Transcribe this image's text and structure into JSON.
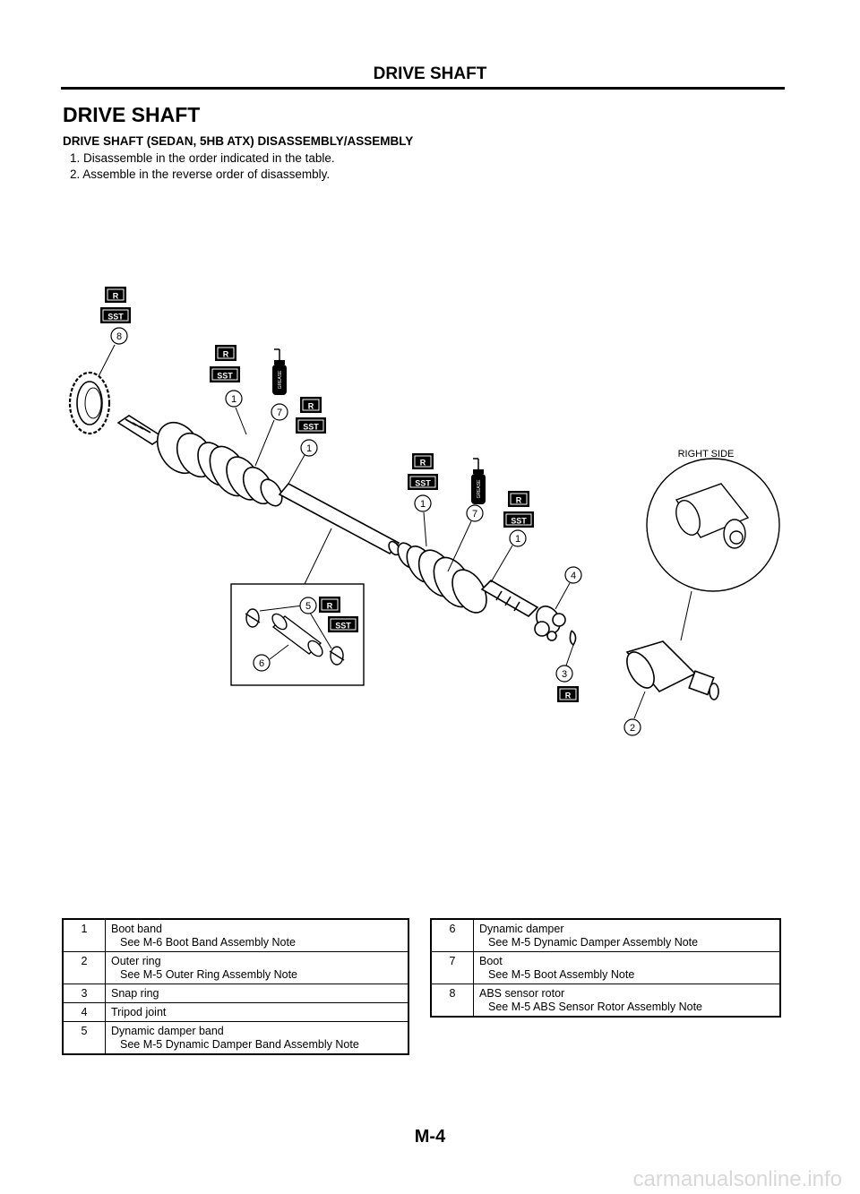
{
  "header": {
    "running_title": "DRIVE SHAFT"
  },
  "section": {
    "title": "DRIVE SHAFT",
    "subtitle": "DRIVE SHAFT (SEDAN, 5HB ATX) DISASSEMBLY/ASSEMBLY",
    "steps": [
      "1. Disassemble in the order indicated in the table.",
      "2. Assemble in the reverse order of disassembly."
    ]
  },
  "diagram": {
    "right_side_label": "RIGHT SIDE",
    "badge_r": "R",
    "badge_sst": "SST",
    "grease_label": "GREASE",
    "callouts": {
      "c1": "1",
      "c2": "2",
      "c3": "3",
      "c4": "4",
      "c5": "5",
      "c6": "6",
      "c7": "7",
      "c8": "8"
    }
  },
  "parts_left": [
    {
      "num": "1",
      "name": "Boot band",
      "note": "See  M-6 Boot Band Assembly Note"
    },
    {
      "num": "2",
      "name": "Outer ring",
      "note": "See  M-5 Outer Ring Assembly Note"
    },
    {
      "num": "3",
      "name": "Snap ring",
      "note": ""
    },
    {
      "num": "4",
      "name": "Tripod joint",
      "note": ""
    },
    {
      "num": "5",
      "name": "Dynamic damper band",
      "note": "See  M-5 Dynamic Damper Band Assembly Note"
    }
  ],
  "parts_right": [
    {
      "num": "6",
      "name": "Dynamic damper",
      "note": "See  M-5 Dynamic Damper Assembly Note"
    },
    {
      "num": "7",
      "name": "Boot",
      "note": "See  M-5 Boot Assembly Note"
    },
    {
      "num": "8",
      "name": "ABS sensor rotor",
      "note": "See  M-5 ABS Sensor Rotor Assembly Note"
    }
  ],
  "footer": {
    "page_number": "M-4",
    "watermark": "carmanualsonline.info"
  }
}
